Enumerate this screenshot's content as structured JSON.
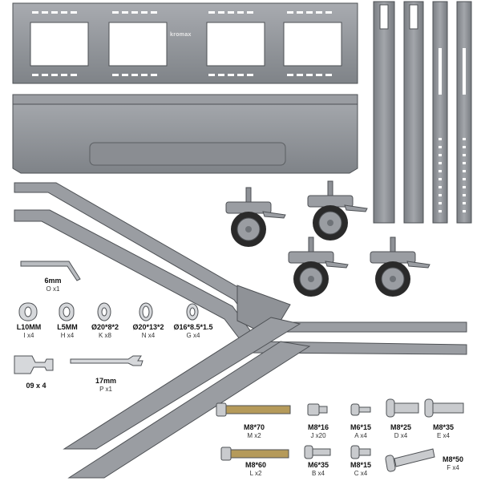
{
  "brand": "kromax",
  "colors": {
    "metal": "#8e9196",
    "metal_dark": "#6f7378",
    "metal_light": "#b9bcc0",
    "outline": "#4d5054",
    "wheel": "#2a2a2a"
  },
  "parts": {
    "wrench": {
      "size": "6mm",
      "qty": "O x1"
    },
    "spacer_l10": {
      "size": "L10MM",
      "qty": "I x4"
    },
    "spacer_l5": {
      "size": "L5MM",
      "qty": "H x4"
    },
    "washer_20_8": {
      "size": "Ø20*8*2",
      "qty": "K x8"
    },
    "washer_20_13": {
      "size": "Ø20*13*2",
      "qty": "N x4"
    },
    "washer_16": {
      "size": "Ø16*8.5*1.5",
      "qty": "G x4"
    },
    "clip": {
      "size": "09 x 4"
    },
    "spanner": {
      "size": "17mm",
      "qty": "P x1"
    },
    "m8_70": {
      "size": "M8*70",
      "qty": "M x2"
    },
    "m8_16": {
      "size": "M8*16",
      "qty": "J x20"
    },
    "m6_15a": {
      "size": "M6*15",
      "qty": "A x4"
    },
    "m8_25": {
      "size": "M8*25",
      "qty": "D x4"
    },
    "m8_35e": {
      "size": "M8*35",
      "qty": "E x4"
    },
    "m8_60": {
      "size": "M8*60",
      "qty": "L x2"
    },
    "m6_35": {
      "size": "M6*35",
      "qty": "B x4"
    },
    "m8_15": {
      "size": "M8*15",
      "qty": "C x4"
    },
    "m8_50": {
      "size": "M8*50",
      "qty": "F x4"
    }
  }
}
